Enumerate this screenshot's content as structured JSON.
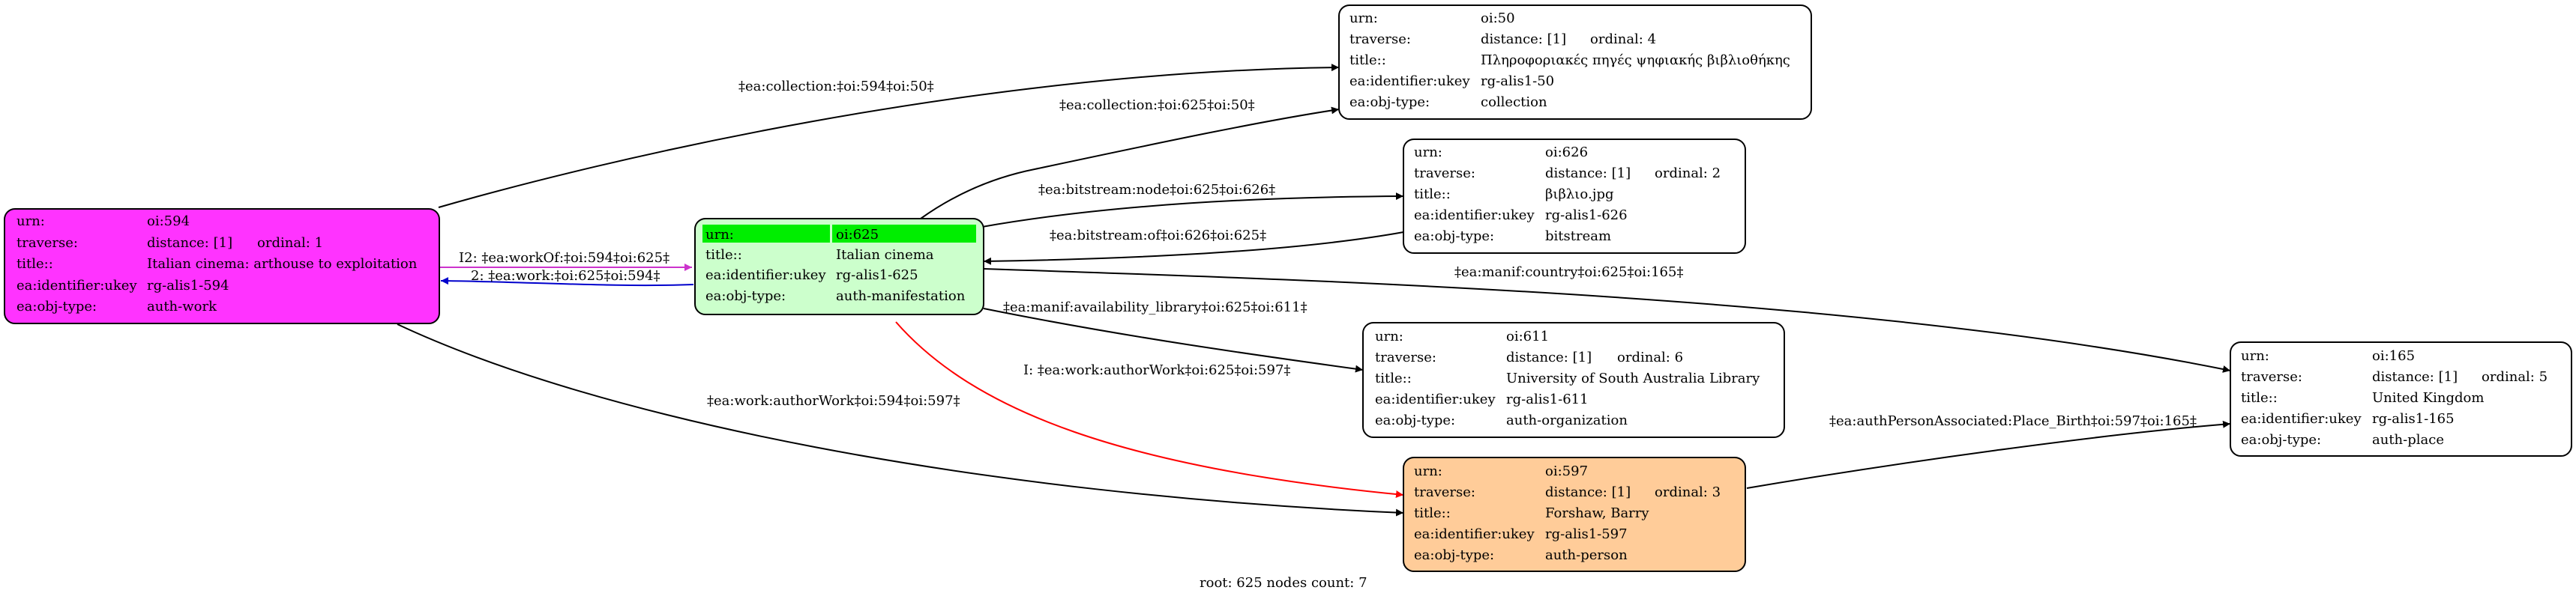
{
  "nodes": {
    "oi594": {
      "fill": "#ff33ff",
      "rows": [
        {
          "key": "urn:",
          "val": "oi:594"
        },
        {
          "key": "traverse:",
          "val": "distance: [1]",
          "extra": "ordinal: 1"
        },
        {
          "key": "title::",
          "val": "Italian cinema: arthouse to exploitation"
        },
        {
          "key": "ea:identifier:ukey",
          "val": "rg-alis1-594"
        },
        {
          "key": "ea:obj-type:",
          "val": "auth-work"
        }
      ]
    },
    "oi625": {
      "fill": "#ccffcc",
      "highlight": "#00ee00",
      "rows": [
        {
          "key": "urn:",
          "val": "oi:625"
        },
        {
          "key": "title::",
          "val": "Italian cinema"
        },
        {
          "key": "ea:identifier:ukey",
          "val": "rg-alis1-625"
        },
        {
          "key": "ea:obj-type:",
          "val": "auth-manifestation"
        }
      ]
    },
    "oi50": {
      "fill": "#ffffff",
      "rows": [
        {
          "key": "urn:",
          "val": "oi:50"
        },
        {
          "key": "traverse:",
          "val": "distance: [1]",
          "extra": "ordinal: 4"
        },
        {
          "key": "title::",
          "val": "Πληροφοριακές πηγές ψηφιακής βιβλιοθήκης"
        },
        {
          "key": "ea:identifier:ukey",
          "val": "rg-alis1-50"
        },
        {
          "key": "ea:obj-type:",
          "val": "collection"
        }
      ]
    },
    "oi626": {
      "fill": "#ffffff",
      "rows": [
        {
          "key": "urn:",
          "val": "oi:626"
        },
        {
          "key": "traverse:",
          "val": "distance: [1]",
          "extra": "ordinal: 2"
        },
        {
          "key": "title::",
          "val": "βιβλιο.jpg"
        },
        {
          "key": "ea:identifier:ukey",
          "val": "rg-alis1-626"
        },
        {
          "key": "ea:obj-type:",
          "val": "bitstream"
        }
      ]
    },
    "oi611": {
      "fill": "#ffffff",
      "rows": [
        {
          "key": "urn:",
          "val": "oi:611"
        },
        {
          "key": "traverse:",
          "val": "distance: [1]",
          "extra": "ordinal: 6"
        },
        {
          "key": "title::",
          "val": "University of South Australia Library"
        },
        {
          "key": "ea:identifier:ukey",
          "val": "rg-alis1-611"
        },
        {
          "key": "ea:obj-type:",
          "val": "auth-organization"
        }
      ]
    },
    "oi597": {
      "fill": "#ffcc99",
      "rows": [
        {
          "key": "urn:",
          "val": "oi:597"
        },
        {
          "key": "traverse:",
          "val": "distance: [1]",
          "extra": "ordinal: 3"
        },
        {
          "key": "title::",
          "val": "Forshaw, Barry"
        },
        {
          "key": "ea:identifier:ukey",
          "val": "rg-alis1-597"
        },
        {
          "key": "ea:obj-type:",
          "val": "auth-person"
        }
      ]
    },
    "oi165": {
      "fill": "#ffffff",
      "rows": [
        {
          "key": "urn:",
          "val": "oi:165"
        },
        {
          "key": "traverse:",
          "val": "distance: [1]",
          "extra": "ordinal: 5"
        },
        {
          "key": "title::",
          "val": "United Kingdom"
        },
        {
          "key": "ea:identifier:ukey",
          "val": "rg-alis1-165"
        },
        {
          "key": "ea:obj-type:",
          "val": "auth-place"
        }
      ]
    }
  },
  "edges": {
    "e594_50": "‡ea:collection:‡oi:594‡oi:50‡",
    "e625_50": "‡ea:collection:‡oi:625‡oi:50‡",
    "e625_626": "‡ea:bitstream:node‡oi:625‡oi:626‡",
    "e626_625": "‡ea:bitstream:of‡oi:626‡oi:625‡",
    "e594_625": "I2: ‡ea:workOf:‡oi:594‡oi:625‡",
    "e625_594": "2: ‡ea:work:‡oi:625‡oi:594‡",
    "e625_165": "‡ea:manif:country‡oi:625‡oi:165‡",
    "e625_611": "‡ea:manif:availability_library‡oi:625‡oi:611‡",
    "e625_597": "I: ‡ea:work:authorWork‡oi:625‡oi:597‡",
    "e594_597": "‡ea:work:authorWork‡oi:594‡oi:597‡",
    "e597_165": "‡ea:authPersonAssociated:Place_Birth‡oi:597‡oi:165‡"
  },
  "colors": {
    "edge_default": "#000000",
    "edge_workOf": "#cc33cc",
    "edge_work": "#0000cc",
    "edge_authorWork": "#ff0000"
  },
  "footer": "root: 625 nodes count: 7"
}
